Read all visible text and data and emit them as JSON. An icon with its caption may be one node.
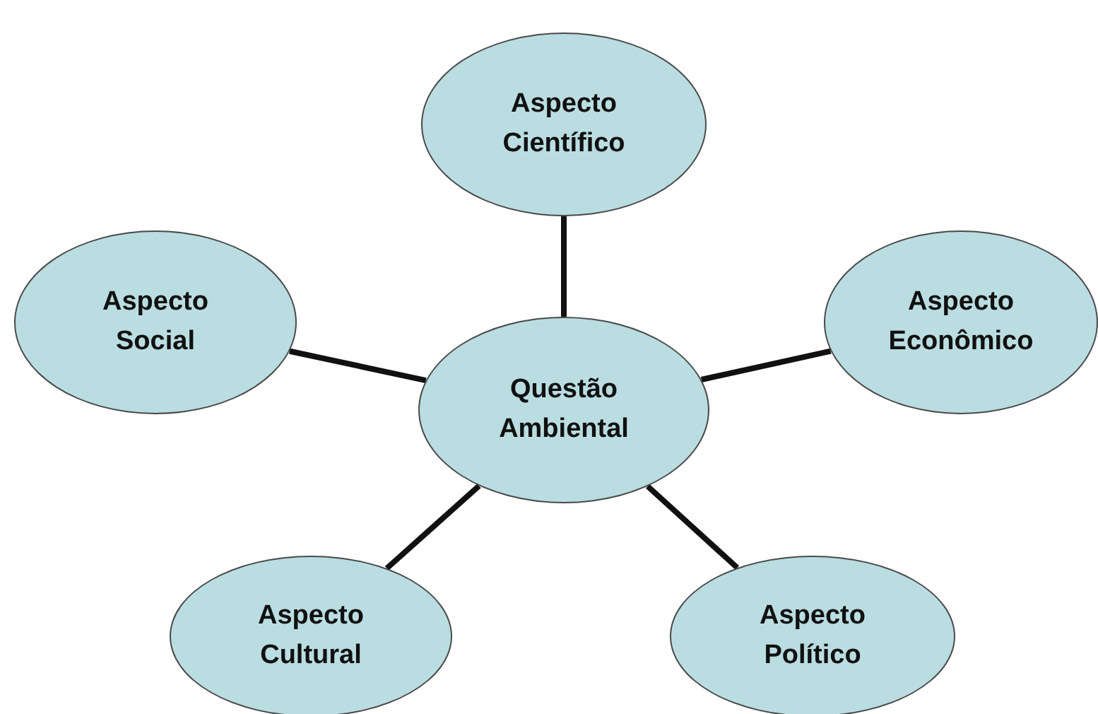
{
  "diagram": {
    "nodes": [
      {
        "text": [
          "Aspecto Científico"
        ]
      },
      {
        "text": [
          "Aspecto Social"
        ]
      },
      {
        "text": [
          "Aspecto Econômico"
        ]
      },
      {
        "text": [
          "Questão Ambiental"
        ]
      },
      {
        "text": [
          "Aspecto Cultural"
        ]
      },
      {
        "text": [
          "Aspecto Político"
        ]
      }
    ],
    "edges": [
      {
        "from": 3,
        "to": 0,
        "arrow": "none"
      },
      {
        "from": 3,
        "to": 1,
        "arrow": "none"
      },
      {
        "from": 3,
        "to": 2,
        "arrow": "none"
      },
      {
        "from": 3,
        "to": 4,
        "arrow": "none"
      },
      {
        "from": 3,
        "to": 5,
        "arrow": "none"
      }
    ]
  }
}
